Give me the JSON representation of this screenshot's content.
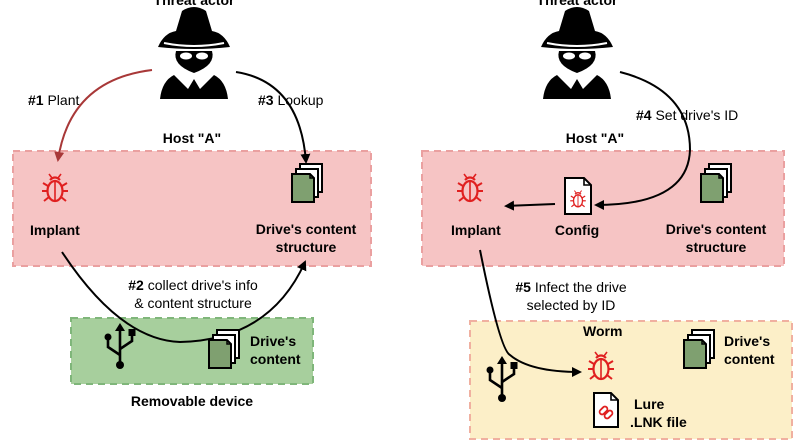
{
  "left": {
    "actor_label": "Threat actor",
    "host_label": "Host \"A\"",
    "implant_label": "Implant",
    "drive_content_structure": [
      "Drive's content",
      "structure"
    ],
    "step1": {
      "num": "#1",
      "text": "Plant"
    },
    "step3": {
      "num": "#3",
      "text": "Lookup"
    },
    "step2": {
      "num": "#2",
      "text": "collect drive's info",
      "text2": "& content structure"
    },
    "drive_content": [
      "Drive's",
      "content"
    ],
    "removable_label": "Removable device"
  },
  "right": {
    "actor_label": "Threat actor",
    "host_label": "Host \"A\"",
    "implant_label": "Implant",
    "config_label": "Config",
    "drive_content_structure": [
      "Drive's content",
      "structure"
    ],
    "step4": {
      "num": "#4",
      "text": "Set drive's ID"
    },
    "step5": {
      "num": "#5",
      "text": "Infect the drive",
      "text2": "selected by ID"
    },
    "worm_label": "Worm",
    "drive_content": [
      "Drive's",
      "content"
    ],
    "lure": [
      "Lure",
      ".LNK file"
    ]
  },
  "colors": {
    "host_fill": "#f6c4c4",
    "host_border": "#eaa0a0",
    "removable_fill": "#a7cf9d",
    "removable_border": "#7fb67a",
    "target_fill": "#fcefc8",
    "target_border": "#f0b0a0",
    "bug_red": "#e02020",
    "plant_arrow": "#a83838",
    "doc_green": "#7fa070"
  },
  "icons": [
    "spy-icon",
    "bug-icon",
    "documents-icon",
    "usb-icon",
    "config-file-icon",
    "link-file-icon"
  ]
}
